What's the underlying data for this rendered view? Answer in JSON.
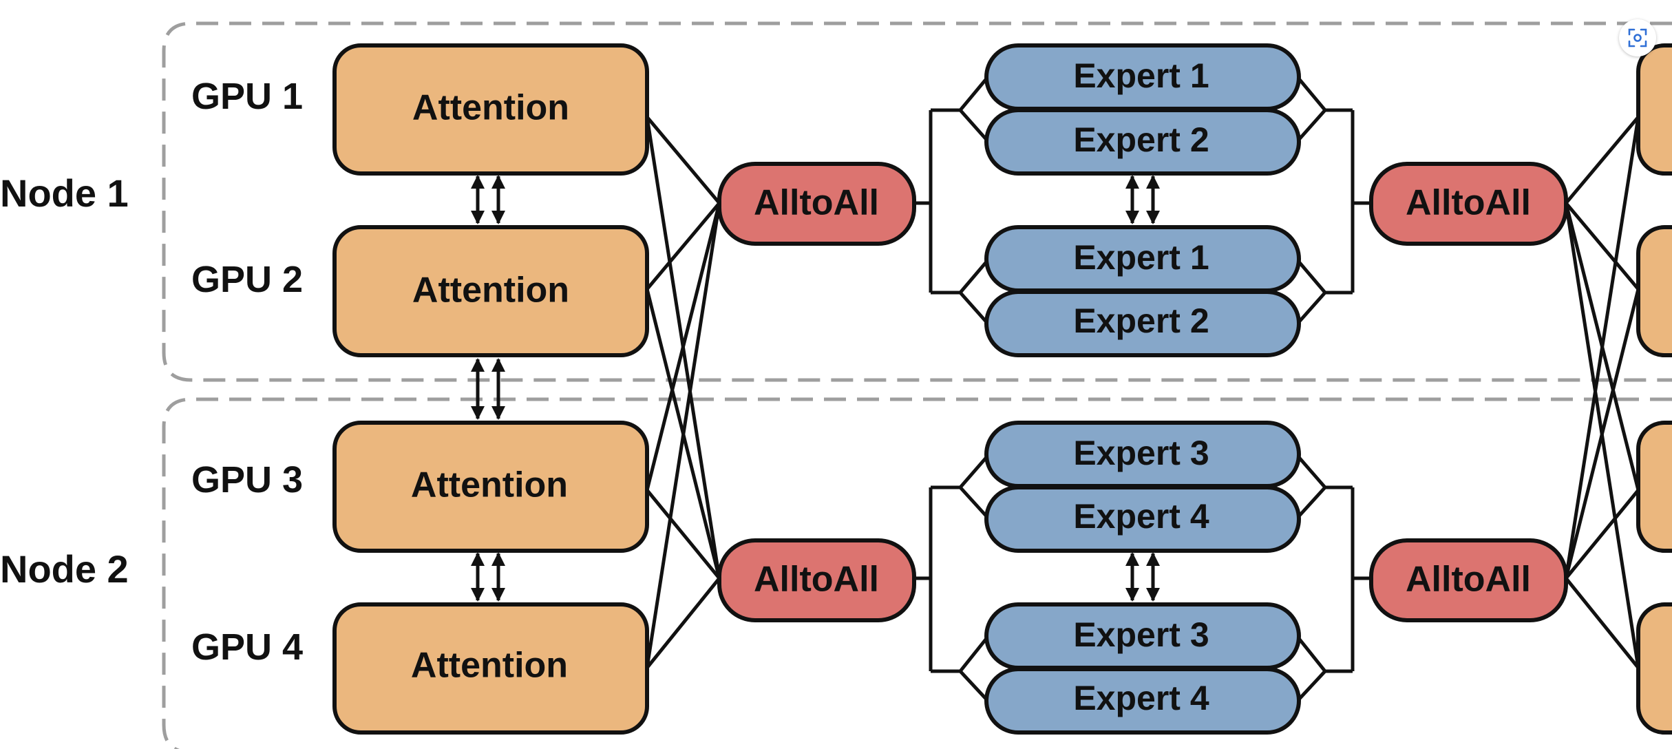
{
  "nodes": [
    {
      "label": "Node 1"
    },
    {
      "label": "Node 2"
    }
  ],
  "gpus": [
    {
      "label": "GPU 1",
      "block": "Attention"
    },
    {
      "label": "GPU 2",
      "block": "Attention"
    },
    {
      "label": "GPU 3",
      "block": "Attention"
    },
    {
      "label": "GPU 4",
      "block": "Attention"
    }
  ],
  "alltoall": {
    "dispatch": [
      "AlltoAll",
      "AlltoAll"
    ],
    "combine": [
      "AlltoAll",
      "AlltoAll"
    ]
  },
  "experts": {
    "node1_gpu1": [
      "Expert 1",
      "Expert 2"
    ],
    "node1_gpu2": [
      "Expert 1",
      "Expert 2"
    ],
    "node2_gpu3": [
      "Expert 3",
      "Expert 4"
    ],
    "node2_gpu4": [
      "Expert 3",
      "Expert 4"
    ]
  },
  "colors": {
    "attention": "#ebb77e",
    "alltoall": "#dc7470",
    "expert": "#86a7c9",
    "outline": "#111111",
    "node_border": "#9e9e9e"
  },
  "icons": {
    "screenshot": "screenshot-scan-icon"
  }
}
